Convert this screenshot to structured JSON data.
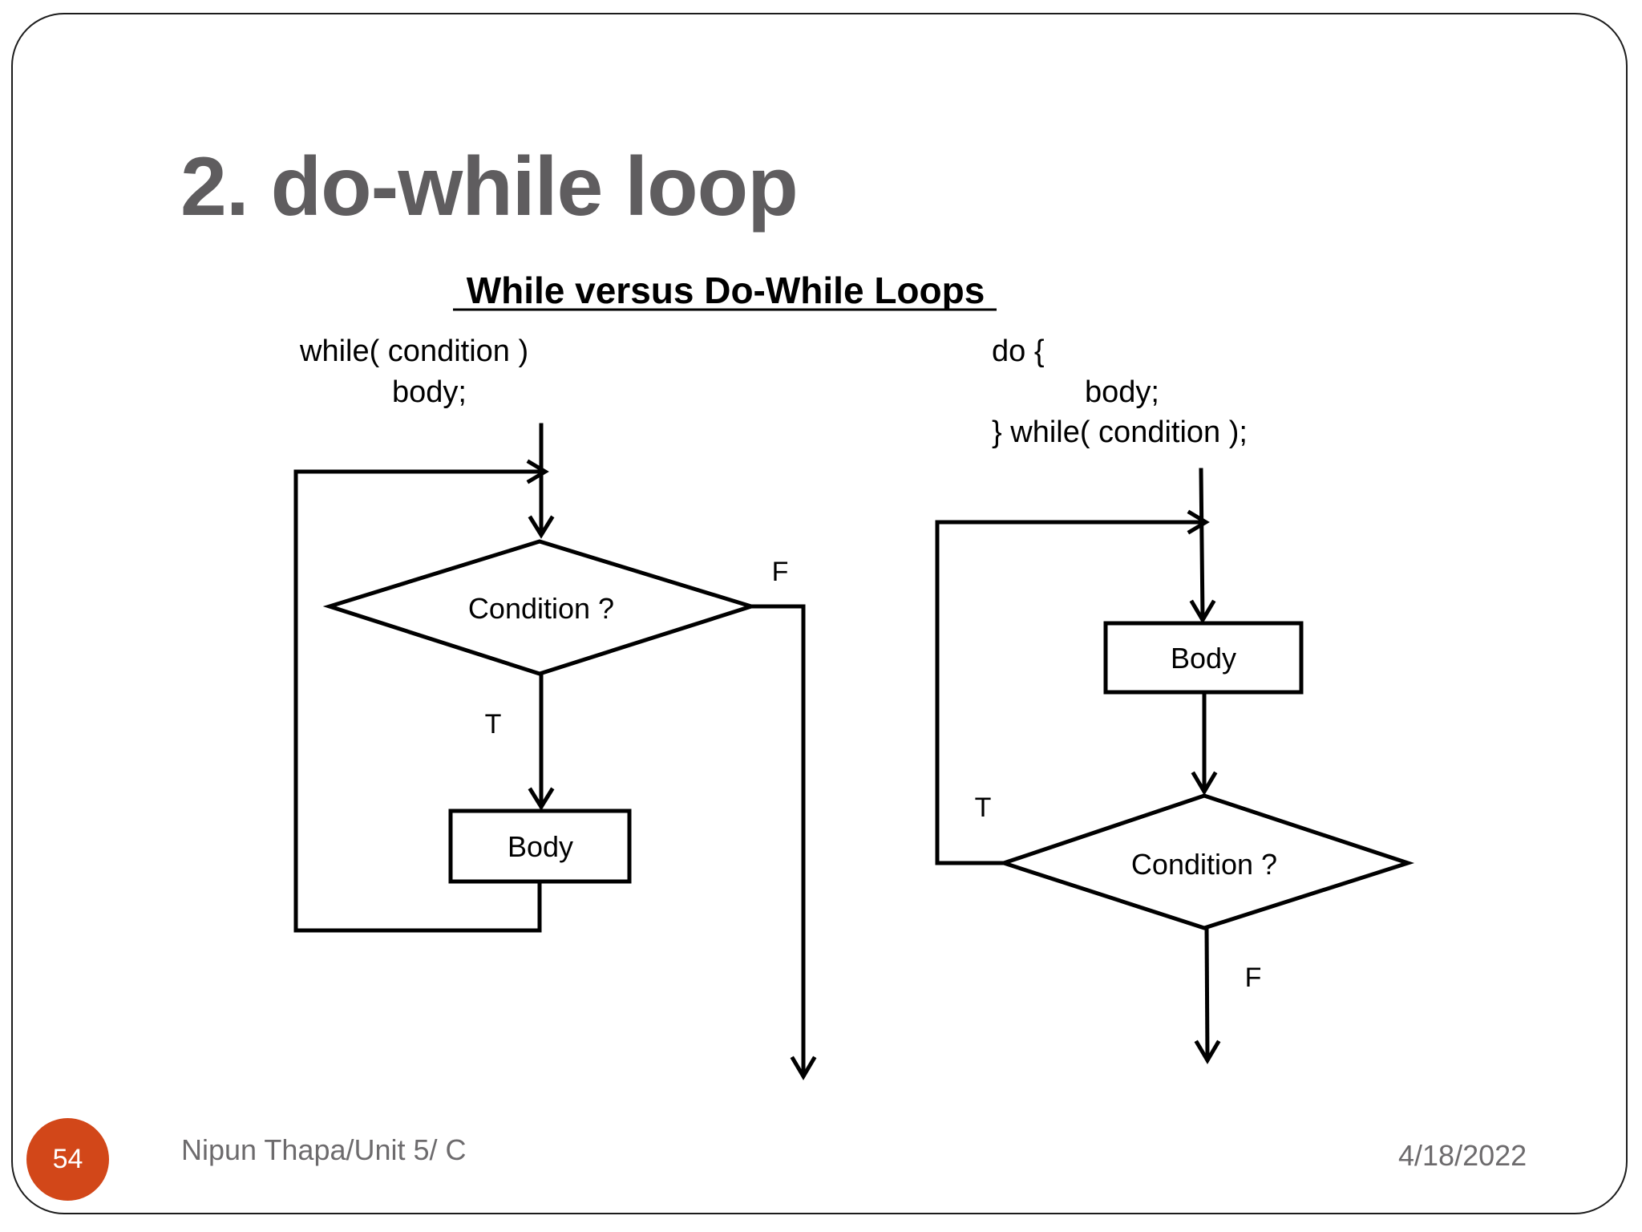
{
  "slide": {
    "title": "2. do-while loop",
    "page_number": "54",
    "author": "Nipun Thapa/Unit 5/ C",
    "date": "4/18/2022"
  },
  "diagram": {
    "title": "While versus Do-While Loops",
    "while_code": [
      "while( condition )",
      "body;"
    ],
    "do_while_code": [
      "do {",
      "body;",
      "} while( condition );"
    ],
    "while_flow": {
      "condition_label": "Condition ?",
      "body_label": "Body",
      "true_label": "T",
      "false_label": "F"
    },
    "do_while_flow": {
      "condition_label": "Condition ?",
      "body_label": "Body",
      "true_label": "T",
      "false_label": "F"
    }
  }
}
